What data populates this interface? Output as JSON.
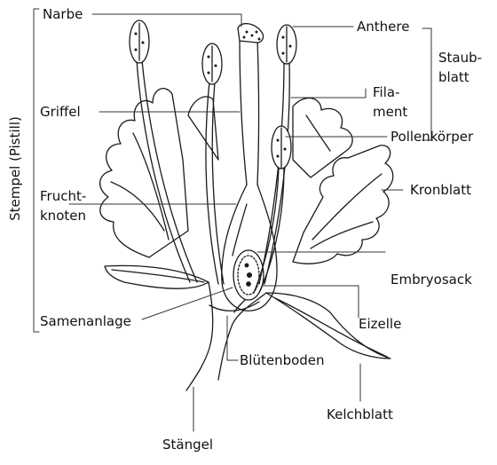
{
  "labels": {
    "narbe": "Narbe",
    "anthere": "Anthere",
    "staubblatt_1": "Staub-",
    "staubblatt_2": "blatt",
    "filament_1": "Fila-",
    "filament_2": "ment",
    "griffel": "Griffel",
    "pollenkoerper": "Pollenkörper",
    "fruchtknoten_1": "Frucht-",
    "fruchtknoten_2": "knoten",
    "kronblatt": "Kronblatt",
    "embryosack": "Embryosack",
    "samenanlage": "Samenanlage",
    "eizelle": "Eizelle",
    "bluetenboden": "Blütenboden",
    "kelchblatt": "Kelchblatt",
    "staengel": "Stängel",
    "stempel": "Stempel (Pistill)"
  }
}
